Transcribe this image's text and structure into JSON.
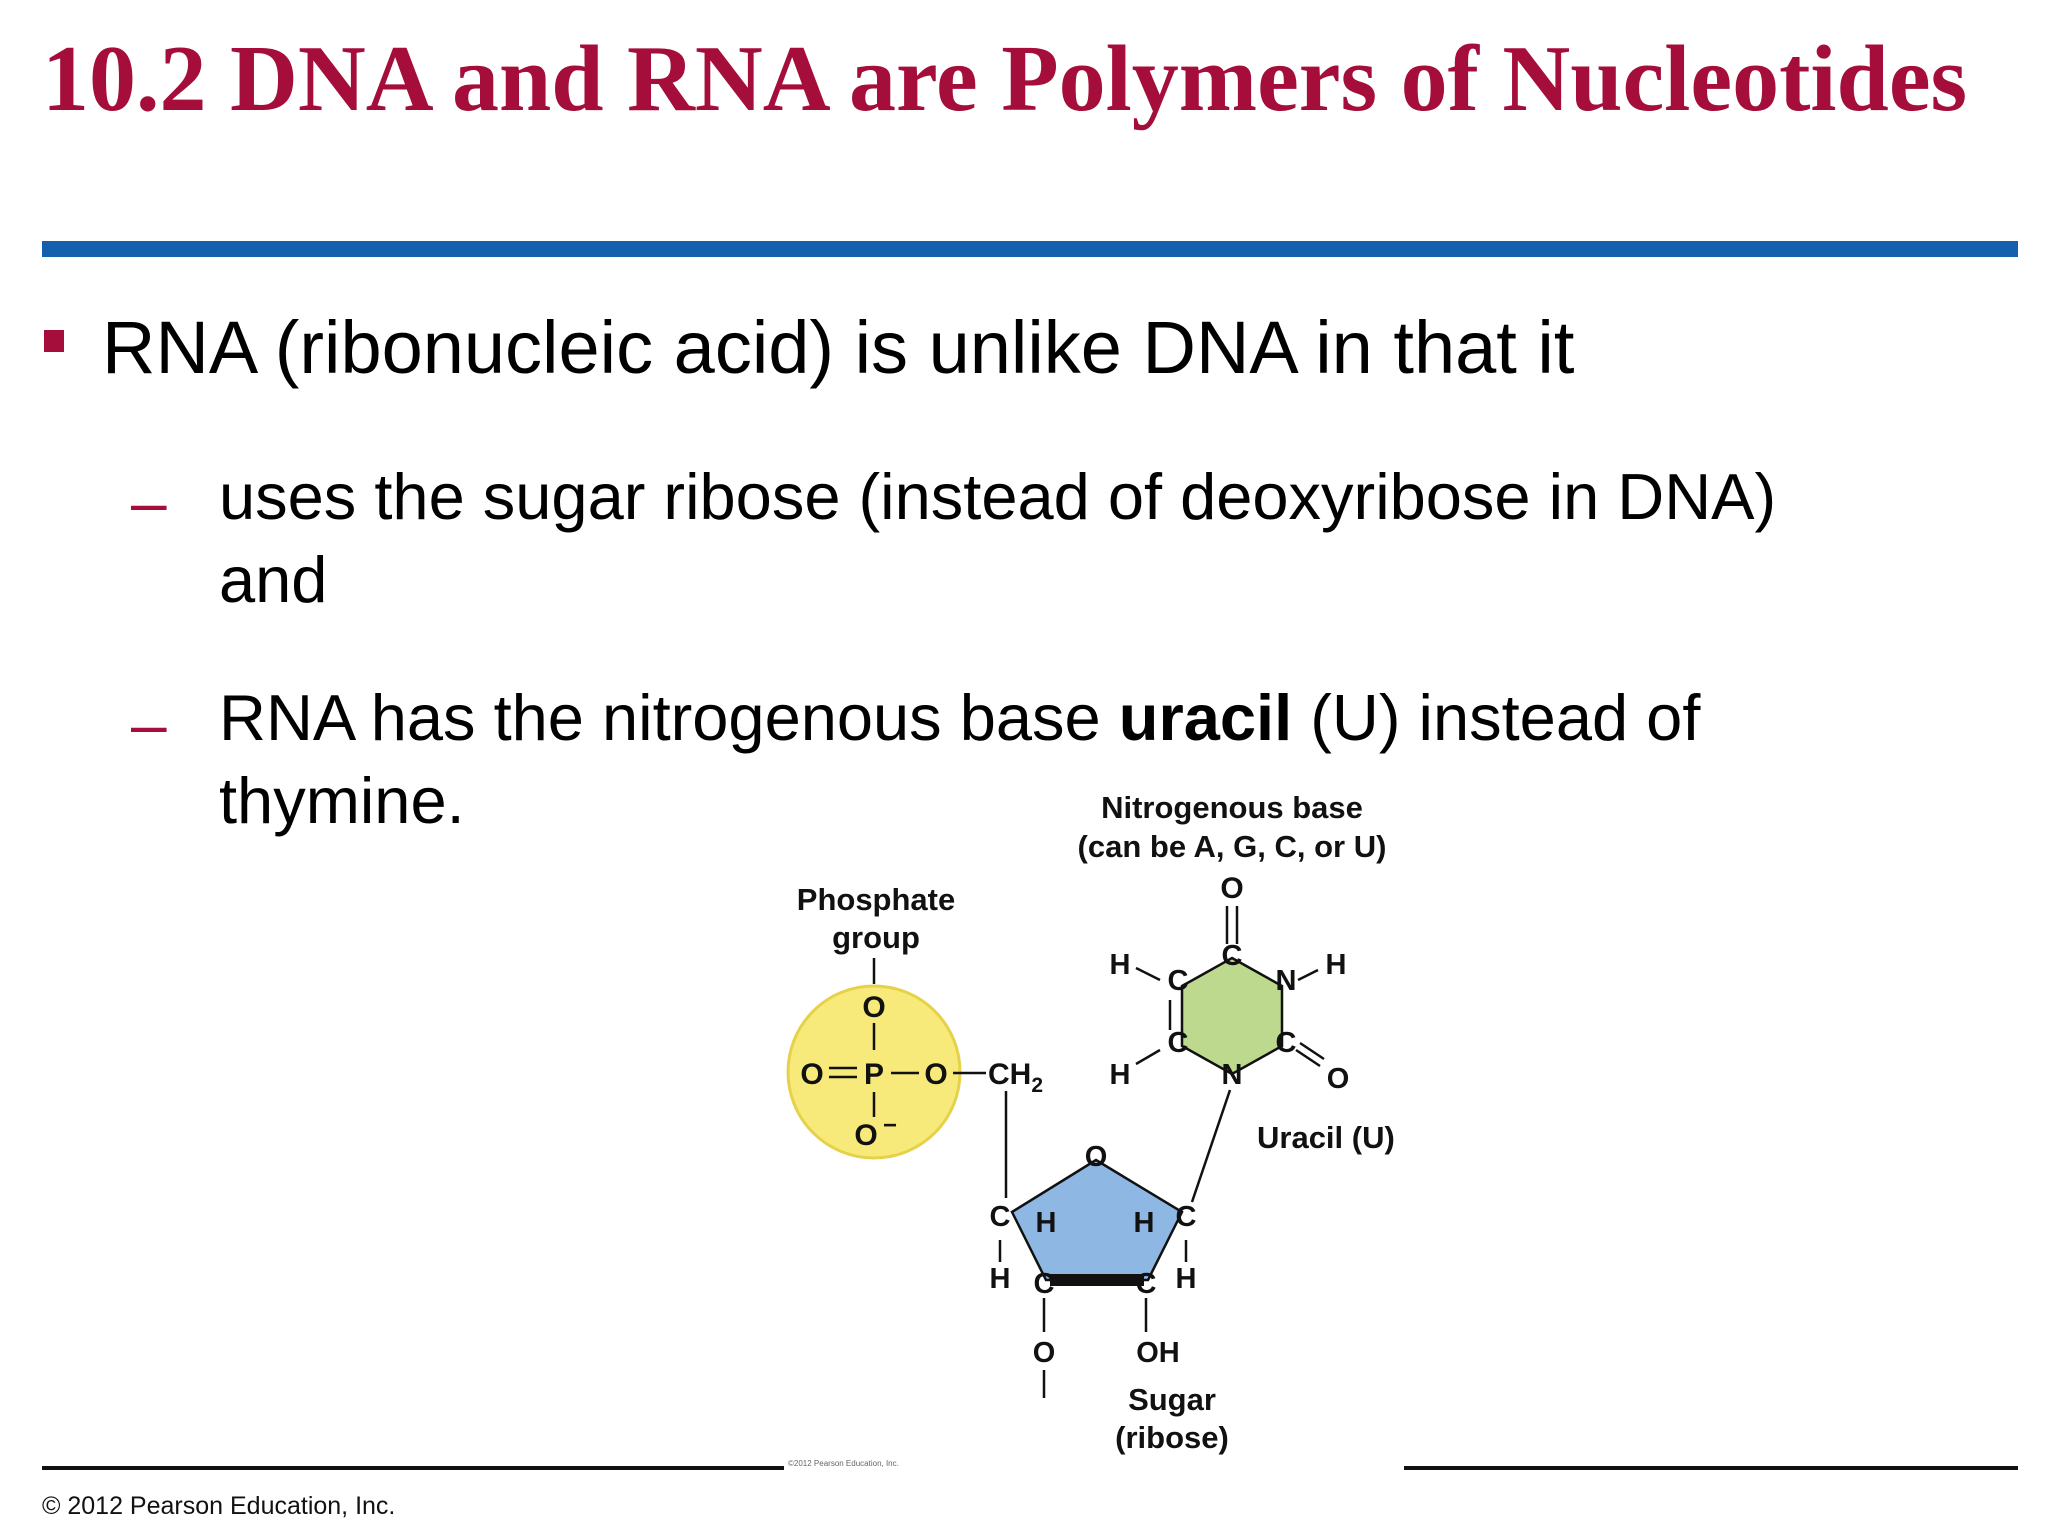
{
  "slide": {
    "title": "10.2 DNA and RNA are Polymers of Nucleotides",
    "bullet": {
      "text": "RNA (ribonucleic acid) is unlike DNA in that it",
      "subpoints": [
        {
          "dash": "–",
          "line1": "uses the sugar ribose (instead of deoxyribose in DNA)",
          "line2": "and"
        },
        {
          "dash": "–",
          "line1_pre": "RNA has the nitrogenous base ",
          "line1_bold": "uracil",
          "line1_post": " (U) instead of",
          "line2": "thymine."
        }
      ]
    }
  },
  "diagram": {
    "labels": {
      "nitrogenous_base": "Nitrogenous base",
      "nitrogenous_base_sub": "(can be A, G, C, or U)",
      "phosphate": "Phosphate",
      "phosphate_sub": "group",
      "uracil": "Uracil (U)",
      "sugar": "Sugar",
      "sugar_sub": "(ribose)"
    },
    "atoms": {
      "O": "O",
      "P": "P",
      "O_minus": "O",
      "minus": "−",
      "CH": "CH",
      "sub2": "2",
      "C": "C",
      "N": "N",
      "H": "H",
      "OH": "OH"
    },
    "colors": {
      "phosphate_fill": "#f7ea7a",
      "base_fill": "#bcd98d",
      "sugar_fill": "#8fb7e4"
    },
    "credit": "©2012 Pearson Education, Inc."
  },
  "footer": {
    "copyright": "© 2012 Pearson Education, Inc."
  }
}
